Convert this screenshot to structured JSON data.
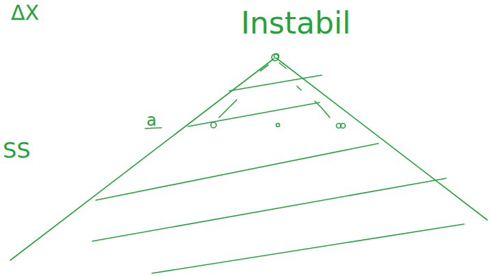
{
  "diagram": {
    "labels": [
      "ΔX",
      "Instabil",
      "a",
      "SS"
    ]
  }
}
